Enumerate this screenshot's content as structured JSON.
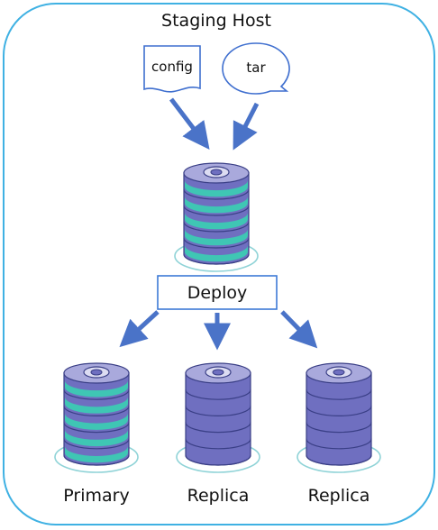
{
  "title": "Staging Host",
  "inputs": {
    "doc_label": "config",
    "bubble_label": "tar"
  },
  "process_label": "Deploy",
  "targets": [
    {
      "label": "Primary",
      "style": "striped"
    },
    {
      "label": "Replica",
      "style": "solid"
    },
    {
      "label": "Replica",
      "style": "solid"
    }
  ],
  "colors": {
    "frame": "#3fb1e3",
    "arrow": "#4a73c8",
    "stack_purple": "#6f6fc0",
    "stack_teal": "#3fc6b4",
    "stack_outline": "#3a3f86",
    "box_border": "#3d7ad6"
  }
}
